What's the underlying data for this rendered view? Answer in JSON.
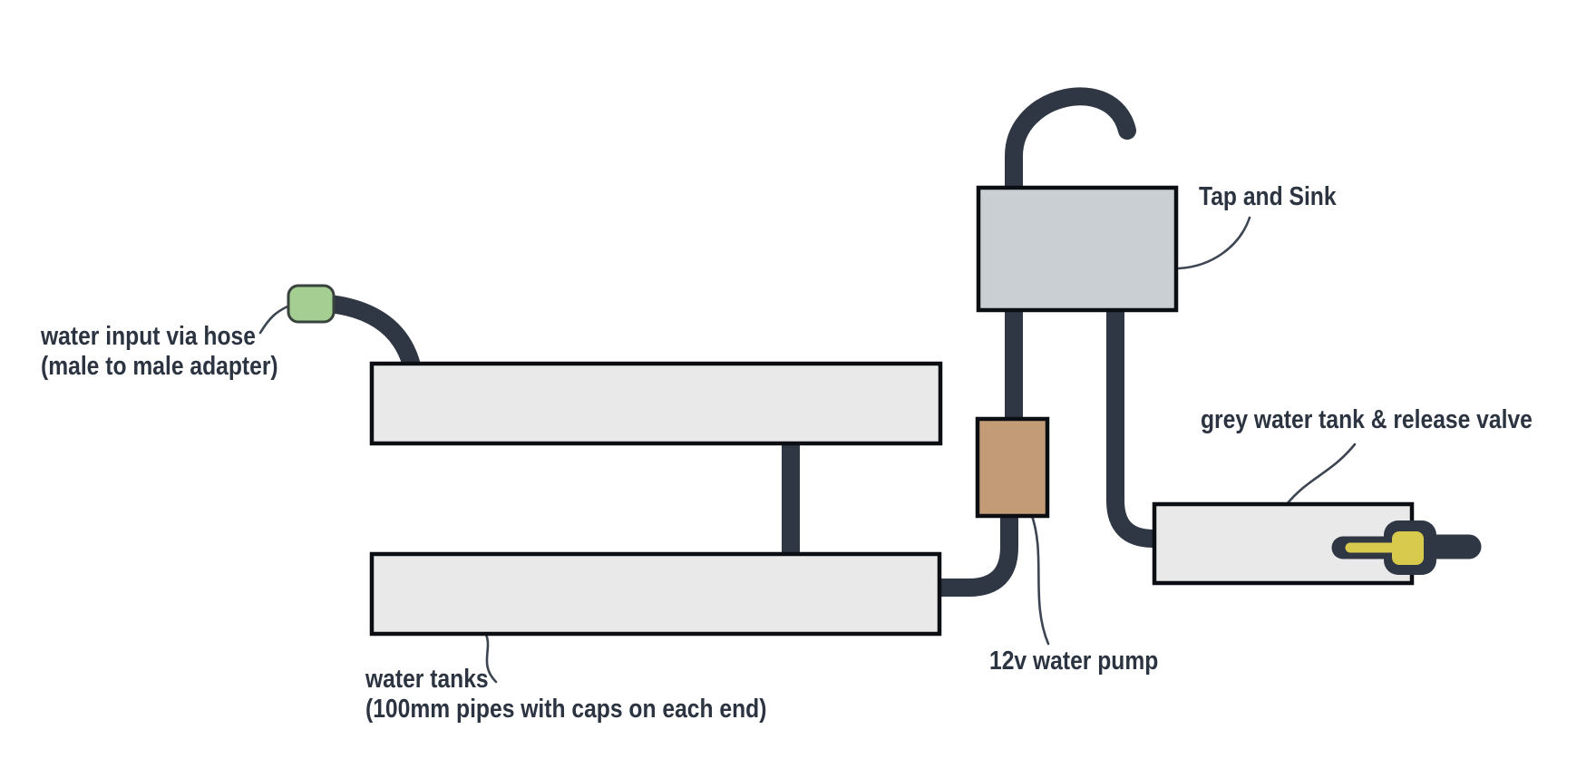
{
  "palette": {
    "background": "#ffffff",
    "pipe": "#2e3743",
    "outline": "#0b0e13",
    "leader": "#3d4552",
    "text": "#2b3440",
    "tank_fill": "#e9e9e9",
    "sink_fill": "#c9cfd3",
    "pump_fill": "#c49b77",
    "adapter_fill": "#a5cf92",
    "adapter_outline": "#39423c",
    "valve_yellow": "#d8ca4d"
  },
  "labels": {
    "water_input_line1": "water input via hose",
    "water_input_line2": "(male to male adapter)",
    "tap_sink": "Tap and Sink",
    "grey_tank": "grey water tank & release valve",
    "pump": "12v water pump",
    "water_tanks_line1": "water tanks",
    "water_tanks_line2": "(100mm pipes with caps on each end)"
  }
}
